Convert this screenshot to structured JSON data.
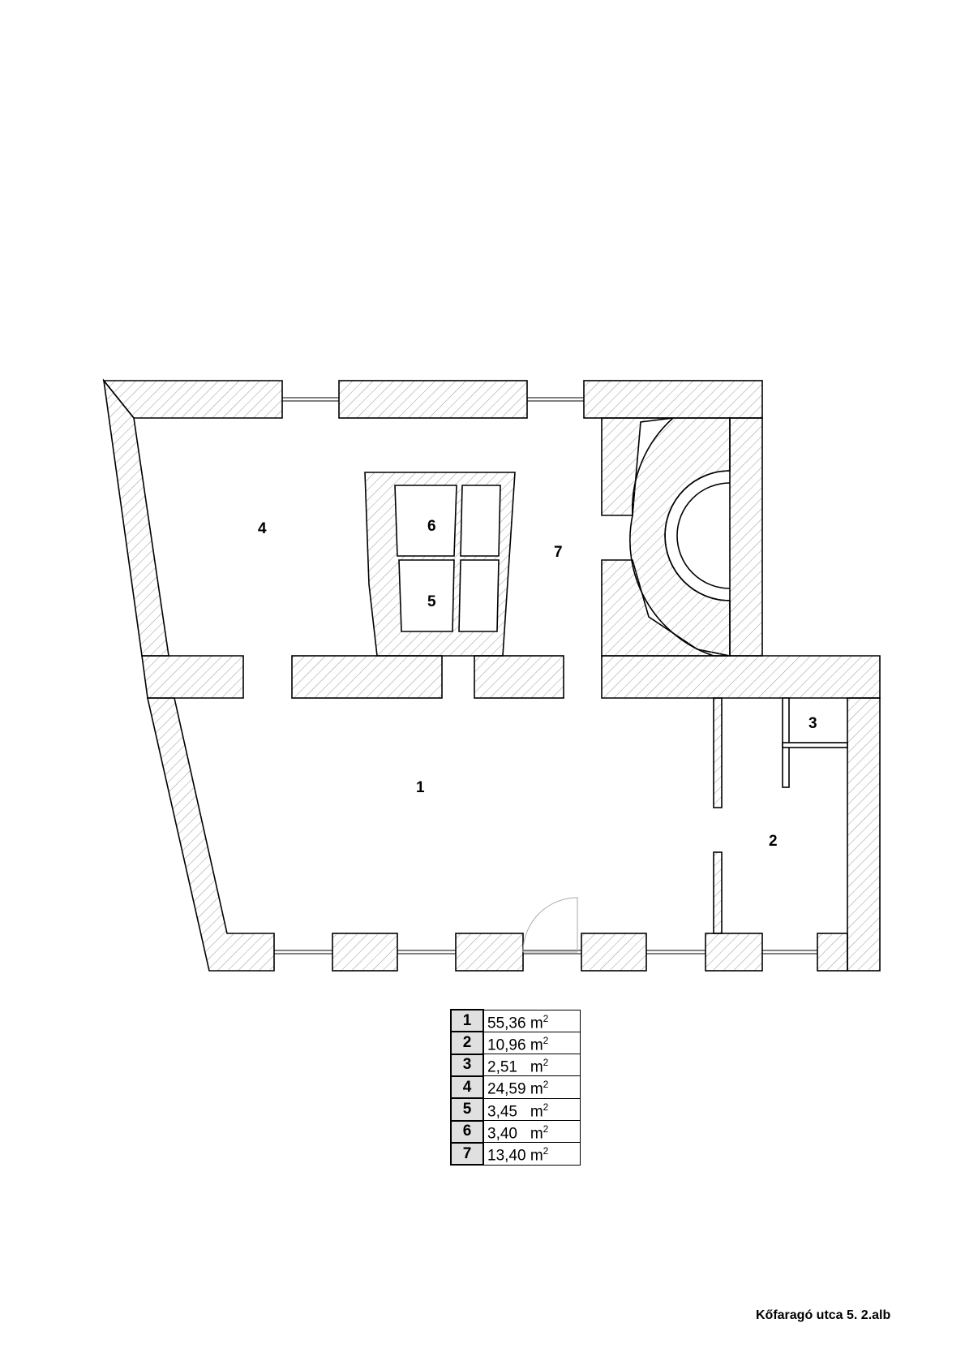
{
  "rooms": [
    {
      "id": "1",
      "area": "55,36",
      "unit": "m",
      "exp": "2"
    },
    {
      "id": "2",
      "area": "10,96",
      "unit": "m",
      "exp": "2"
    },
    {
      "id": "3",
      "area": "2,51  ",
      "unit": "m",
      "exp": "2"
    },
    {
      "id": "4",
      "area": "24,59",
      "unit": "m",
      "exp": "2"
    },
    {
      "id": "5",
      "area": "3,45  ",
      "unit": "m",
      "exp": "2"
    },
    {
      "id": "6",
      "area": "3,40  ",
      "unit": "m",
      "exp": "2"
    },
    {
      "id": "7",
      "area": "13,40",
      "unit": "m",
      "exp": "2"
    }
  ],
  "footer": "Kőfaragó utca 5. 2.alb"
}
